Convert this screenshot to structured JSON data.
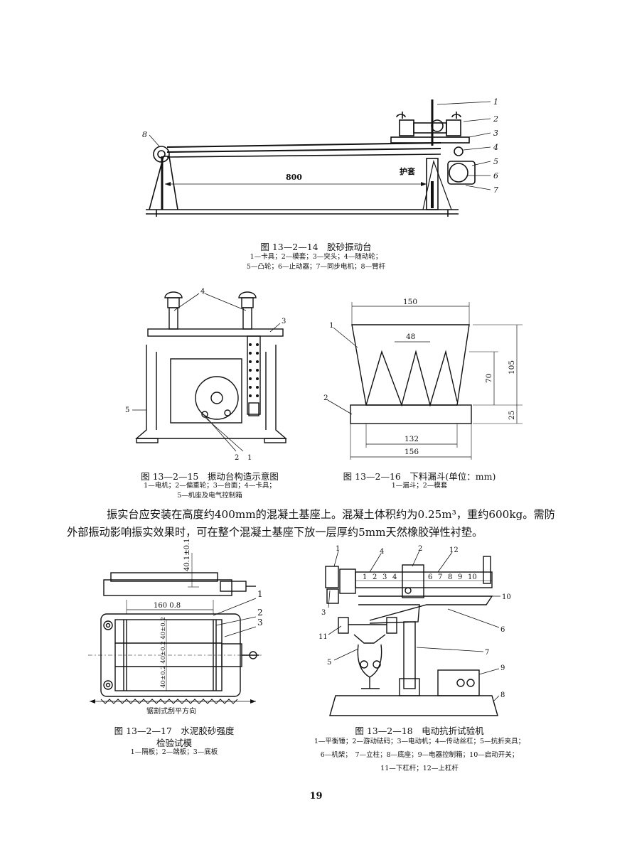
{
  "figures": {
    "fig14": {
      "caption": "图 13—2—14　胶砂振动台",
      "legend": [
        "1—卡具；2—模套；3—突头；4—随动轮；",
        "5—凸轮；6—止动器；7—同步电机；8—臂杆"
      ],
      "dimension": "800",
      "sleeve_label": "护套",
      "callouts": [
        "1",
        "2",
        "3",
        "4",
        "5",
        "6",
        "7",
        "8"
      ]
    },
    "fig15": {
      "caption": "图 13—2—15　振动台构造示意图",
      "legend": [
        "1—电机；2—偏重轮；3—台面；4—卡具；",
        "5—机座及电气控制箱"
      ],
      "callouts": [
        "1",
        "2",
        "3",
        "4",
        "5"
      ]
    },
    "fig16": {
      "caption": "图 13—2—16　下料漏斗(单位：mm)",
      "legend": [
        "1—漏斗；2—模套"
      ],
      "dims": {
        "top": "150",
        "inner": "48",
        "h70": "70",
        "h105": "105",
        "h25": "25",
        "bottom": "132",
        "base": "156"
      },
      "callouts": [
        "1",
        "2"
      ]
    },
    "fig17": {
      "caption_line1": "图 13—2—17　水泥胶砂强度",
      "caption_line2": "检验试模",
      "legend": [
        "1—隔板；2—端板；3—底板"
      ],
      "dims": {
        "height": "40.1±0.1",
        "length": "160  0.8",
        "width": "40±0.2 40±0.2 40±0.2"
      },
      "bottom_label": "锯割式刮平方向",
      "callouts": [
        "1",
        "2",
        "3"
      ]
    },
    "fig18": {
      "caption": "图 13—2—18　电动抗折试验机",
      "legend": [
        "1—平衡锤；2—游动砝码；3—电动机；4—传动丝杠；5—抗折夹具；",
        "6—机架；　7—立柱；8—底座；9—电器控制箱；10—启动开关；",
        "11—下杠杆；12—上杠杆"
      ],
      "scale_numbers": [
        "1",
        "2",
        "3",
        "4",
        "6",
        "7",
        "8",
        "9",
        "10"
      ],
      "callouts": [
        "1",
        "4",
        "2",
        "12",
        "10",
        "6",
        "3",
        "11",
        "7",
        "5",
        "9",
        "8"
      ]
    }
  },
  "paragraph": {
    "line1": "振实台应安装在高度约400mm的混凝土基座上。混凝土体积约为0.25m³，重约600kg。需防",
    "line2": "外部振动影响振实效果时，可在整个混凝土基座下放一层厚约5mm天然橡胶弹性衬垫。"
  },
  "page_number": "19"
}
